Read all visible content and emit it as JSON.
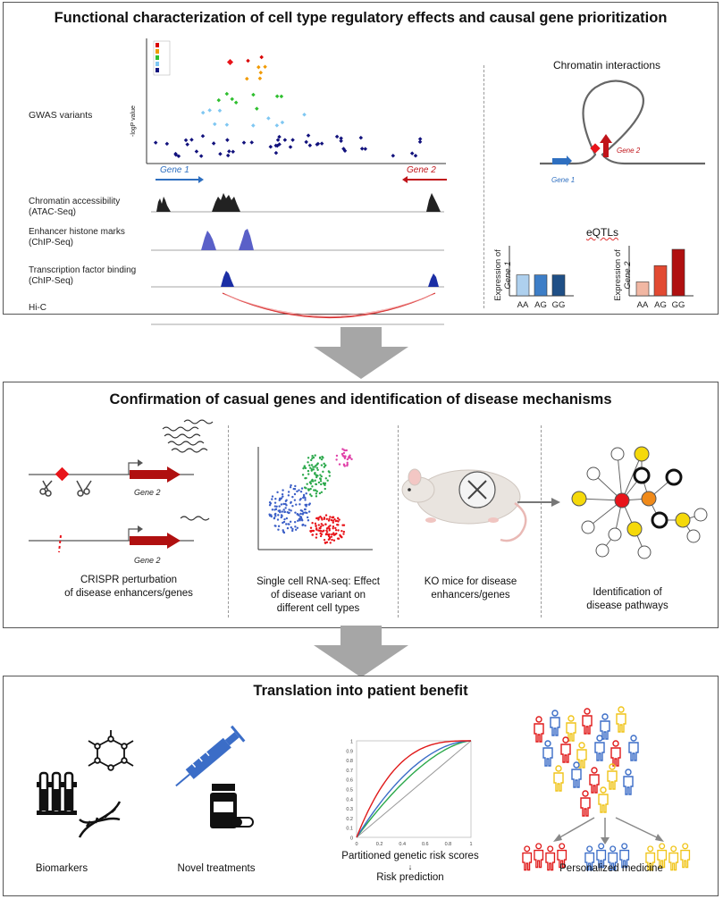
{
  "panel1": {
    "title": "Functional characterization of cell type regulatory effects and causal gene prioritization",
    "gwas_label": "GWAS variants",
    "y_axis_label": "-logP value",
    "gene1": "Gene 1",
    "gene2": "Gene 2",
    "tracks": [
      {
        "line1": "Chromatin accessibility",
        "line2": "(ATAC-Seq)"
      },
      {
        "line1": "Enhancer histone marks",
        "line2": "(ChIP-Seq)"
      },
      {
        "line1": "Transcription factor binding",
        "line2": "(ChIP-Seq)"
      },
      {
        "line1": "Hi-C",
        "line2": ""
      }
    ],
    "chromatin_title": "Chromatin interactions",
    "loop_gene1": "Gene 1",
    "loop_gene2": "Gene 2",
    "eqtl_title": "eQTLs",
    "eqtl1": {
      "ylabel_line1": "Expression of",
      "ylabel_line2": "Gene 1",
      "categories": [
        "AA",
        "AG",
        "GG"
      ],
      "values": [
        0.45,
        0.45,
        0.45
      ],
      "colors": [
        "#aed0ee",
        "#3d7ec7",
        "#1f4f86"
      ]
    },
    "eqtl2": {
      "ylabel_line1": "Expression of",
      "ylabel_line2": "Gene 2",
      "categories": [
        "AA",
        "AG",
        "GG"
      ],
      "values": [
        0.3,
        0.65,
        1.0
      ],
      "colors": [
        "#f1b7a3",
        "#e24a32",
        "#b01010"
      ]
    },
    "colors": {
      "gene1": "#2e6fc0",
      "gene2": "#c0141a",
      "atac": "#222222",
      "histone": "#5a60c8",
      "tf": "#1c2fa5",
      "hic": "#d32a2a"
    }
  },
  "panel2": {
    "title": "Confirmation of casual genes and identification of disease mechanisms",
    "gene2_top": "Gene 2",
    "gene2_bottom": "Gene 2",
    "crispr_line1": "CRISPR perturbation",
    "crispr_line2": "of disease enhancers/genes",
    "sc_line1": "Single cell RNA-seq: Effect",
    "sc_line2": "of disease variant on",
    "sc_line3": "different cell types",
    "ko_line1": "KO mice for disease",
    "ko_line2": "enhancers/genes",
    "path_line1": "Identification of",
    "path_line2": "disease pathways"
  },
  "panel3": {
    "title": "Translation into patient benefit",
    "biomarkers": "Biomarkers",
    "treatments": "Novel treatments",
    "risk_line1": "Partitioned genetic risk scores",
    "risk_arrow": "↓",
    "risk_line2": "Risk prediction",
    "personalized": "Personalized medicine",
    "roc_yticks": [
      "1",
      "0.9",
      "0.8",
      "0.7",
      "0.6",
      "0.5",
      "0.4",
      "0.3",
      "0.2",
      "0.1",
      "0"
    ],
    "roc_xticks": [
      "0",
      "0.2",
      "0.4",
      "0.6",
      "0.8",
      "1"
    ]
  }
}
